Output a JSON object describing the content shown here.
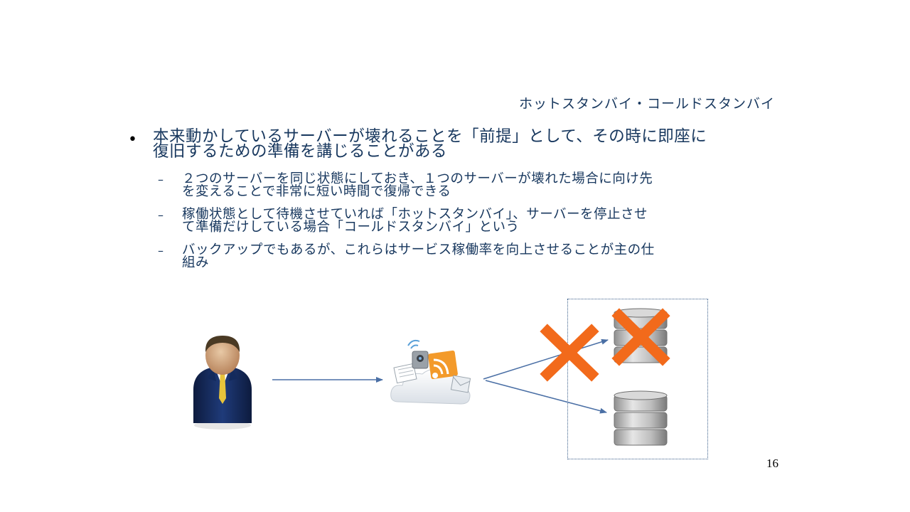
{
  "slide": {
    "title": "ホットスタンバイ・コールドスタンバイ",
    "main_bullet": {
      "marker": "•",
      "line1": "本来動かしているサーバーが壊れることを「前提」として、その時に即座に",
      "line2": "復旧するための準備を講じることがある"
    },
    "sub_bullets": [
      {
        "marker": "–",
        "line1": "２つのサーバーを同じ状態にしておき、１つのサーバーが壊れた場合に向け先",
        "line2": "を変えることで非常に短い時間で復帰できる"
      },
      {
        "marker": "–",
        "line1": "稼働状態として待機させていれば「ホットスタンバイ」、サーバーを停止させ",
        "line2": "て準備だけしている場合「コールドスタンバイ」という"
      },
      {
        "marker": "–",
        "line1": "バックアップでもあるが、これらはサービス稼働率を向上させることが主の仕",
        "line2": "組み"
      }
    ],
    "page_number": "16"
  },
  "diagram": {
    "icons": {
      "user": "user-icon",
      "network": "cloud-network-icon",
      "server_primary": "database-server-icon",
      "server_standby": "database-server-icon",
      "failure_mark": "cross-icon"
    },
    "colors": {
      "text": "#17375e",
      "arrow": "#4a6fa5",
      "cross": "#f26a1b",
      "dotted_border": "#3b5f8a"
    }
  }
}
